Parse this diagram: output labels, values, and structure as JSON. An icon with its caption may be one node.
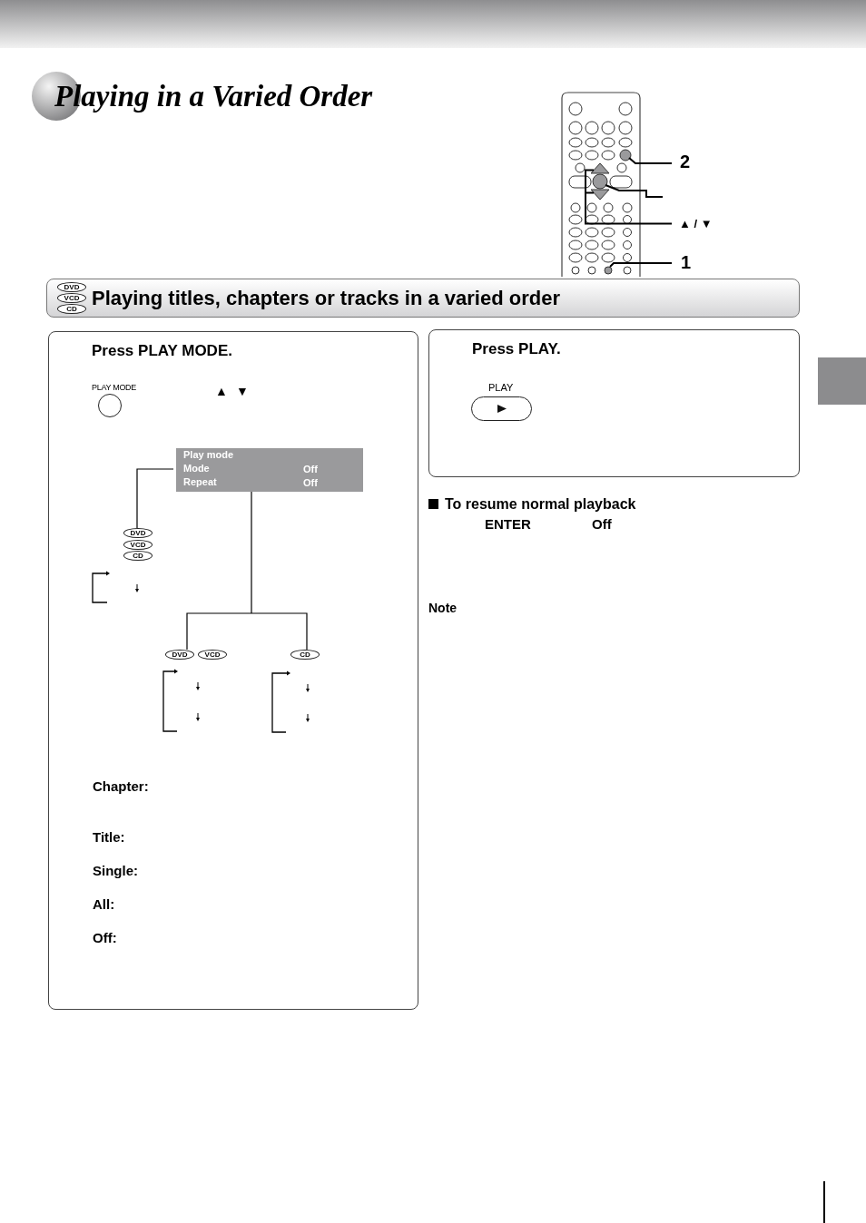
{
  "diagram": {
    "title": "Playing in a Varied Order",
    "nodes": [
      {
        "text": [],
        "shape": "circle"
      },
      {
        "text": [],
        "shape": "triangle"
      },
      {
        "text": [],
        "shape": "triangle"
      },
      {
        "text": [],
        "shape": "circle"
      },
      {
        "text": [],
        "shape": "circle"
      },
      {
        "text": [
          "2"
        ]
      },
      {
        "text": [
          "▲ / ▼"
        ]
      },
      {
        "text": [
          "1"
        ]
      },
      {
        "text": [
          "Playing titles, chapters or tracks in a varied order"
        ]
      },
      {
        "text": [
          "DVD"
        ],
        "in": 8
      },
      {
        "text": [
          "VCD"
        ],
        "in": 8
      },
      {
        "text": [
          "CD"
        ],
        "in": 8
      },
      {
        "text": [
          "Press PLAY MODE."
        ]
      },
      {
        "text": [
          "PLAY MODE"
        ],
        "in": 12
      },
      {
        "text": [
          "Play mode",
          "Mode",
          "Off",
          "Repeat",
          "Off"
        ],
        "in": 12
      },
      {
        "text": [
          "DVD"
        ],
        "in": 12
      },
      {
        "text": [
          "VCD"
        ],
        "in": 12
      },
      {
        "text": [
          "CD"
        ],
        "in": 12
      },
      {
        "text": [
          "DVD"
        ],
        "in": 12
      },
      {
        "text": [
          "VCD"
        ],
        "in": 12
      },
      {
        "text": [
          "CD"
        ],
        "in": 12
      },
      {
        "text": [
          "Press PLAY."
        ]
      },
      {
        "text": [
          "PLAY"
        ],
        "in": 21
      }
    ],
    "edges": [
      {
        "from": 5,
        "to": 0,
        "arrow": "none"
      },
      {
        "from": null,
        "to": 3,
        "arrow": "none"
      },
      {
        "from": 6,
        "to": 1,
        "arrow": "none"
      },
      {
        "from": 6,
        "to": 2,
        "arrow": "none"
      },
      {
        "from": 7,
        "to": 4,
        "arrow": "none"
      },
      {
        "from": 14,
        "to": 15,
        "arrow": "none"
      },
      {
        "from": 14,
        "to": 18,
        "arrow": "none"
      },
      {
        "from": 14,
        "to": 20,
        "arrow": "none"
      }
    ],
    "labels": [
      "▲",
      "▼",
      "Chapter:",
      "Title:",
      "Single:",
      "All:",
      "Off:",
      "To resume normal playback",
      "ENTER",
      "Off",
      "Note"
    ]
  }
}
